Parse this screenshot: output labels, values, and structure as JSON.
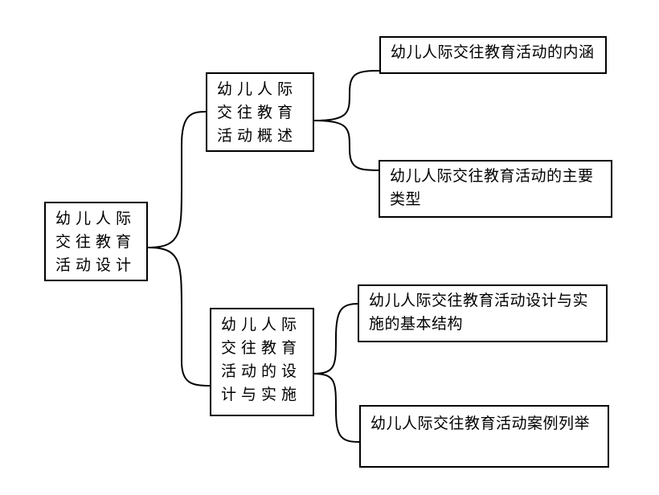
{
  "diagram": {
    "root": {
      "lines": [
        "幼儿人际",
        "交往教育",
        "活动设计"
      ]
    },
    "branches": [
      {
        "lines": [
          "幼儿人际",
          "交往教育",
          "活动概述"
        ],
        "children": [
          {
            "text": "幼儿人际交往教育活动的内涵"
          },
          {
            "text": "幼儿人际交往教育活动的主要类型"
          }
        ]
      },
      {
        "lines": [
          "幼儿人际",
          "交往教育",
          "活动的设",
          "计与实施"
        ],
        "children": [
          {
            "text": "幼儿人际交往教育活动设计与实施的基本结构"
          },
          {
            "text": "幼儿人际交往教育活动案例列举"
          }
        ]
      }
    ]
  }
}
